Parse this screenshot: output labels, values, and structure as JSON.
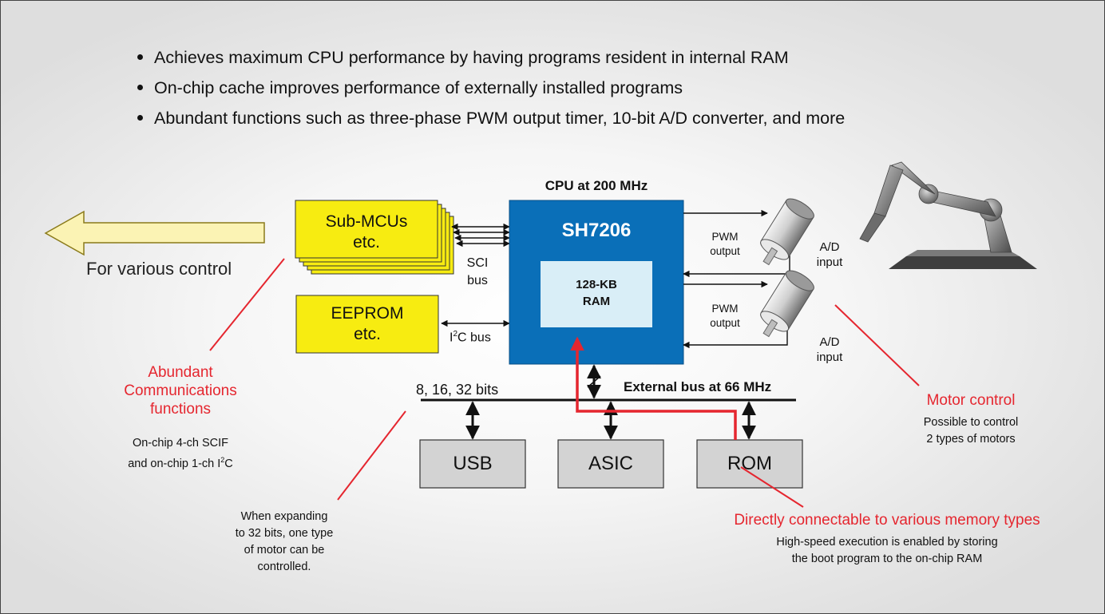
{
  "bullets": [
    "Achieves maximum CPU performance by having programs resident in internal RAM",
    "On-chip cache improves performance of externally installed programs",
    "Abundant functions such as three-phase PWM output timer, 10-bit A/D converter, and more"
  ],
  "cpu": {
    "caption": "CPU at 200 MHz",
    "name": "SH7206",
    "ram_line1": "128-KB",
    "ram_line2": "RAM"
  },
  "sub_mcus": {
    "line1": "Sub-MCUs",
    "line2": "etc."
  },
  "eeprom": {
    "line1": "EEPROM",
    "line2": "etc."
  },
  "sci_bus": {
    "line1": "SCI",
    "line2": "bus"
  },
  "i2c_bus": {
    "prefix": "I",
    "sup": "2",
    "suffix": "C bus"
  },
  "various_control": "For various control",
  "pwm_output": {
    "line1": "PWM",
    "line2": "output"
  },
  "ad_input": {
    "line1": "A/D",
    "line2": "input"
  },
  "external_bus": "External bus at 66 MHz",
  "bus_width": "8, 16, 32 bits",
  "peripherals": {
    "usb": "USB",
    "asic": "ASIC",
    "rom": "ROM"
  },
  "comm": {
    "title_line1": "Abundant",
    "title_line2": "Communications",
    "title_line3": "functions",
    "desc_line1": "On-chip 4-ch SCIF",
    "desc_line2_prefix": "and on-chip 1-ch I",
    "desc_line2_sup": "2",
    "desc_line2_suffix": "C"
  },
  "expand_note": [
    "When expanding",
    "to 32 bits, one type",
    "of motor can be",
    "controlled."
  ],
  "motor": {
    "title": "Motor control",
    "desc_line1": "Possible to control",
    "desc_line2": "2 types of motors"
  },
  "memory": {
    "title": "Directly connectable to various memory types",
    "desc_line1": "High-speed execution is enabled by storing",
    "desc_line2": "the boot program to the on-chip RAM"
  },
  "colors": {
    "cpu_blue": "#0a6fb8",
    "ram_fill": "#d9eef7",
    "yellow_box": "#f7ec11",
    "callout_red": "#e5262f",
    "gray_box": "#d3d3d3",
    "arrow_fill": "#fbf3b4"
  },
  "icons": [
    "left-arrow-icon",
    "motor-icon",
    "robot-arm-icon"
  ]
}
